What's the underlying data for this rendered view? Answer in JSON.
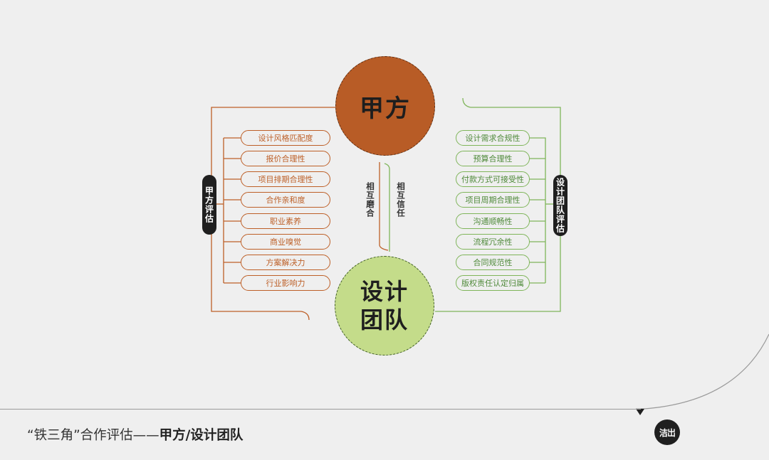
{
  "party_a": {
    "label": "甲方",
    "color": "#b85c26"
  },
  "design_team": {
    "line1": "设计",
    "line2": "团队",
    "color": "#c4dc8a"
  },
  "left_eval": {
    "label": "甲方评估",
    "color": "#bd5f27",
    "items": [
      "设计风格匹配度",
      "报价合理性",
      "项目排期合理性",
      "合作亲和度",
      "职业素养",
      "商业嗅觉",
      "方案解决力",
      "行业影响力"
    ]
  },
  "right_eval": {
    "label": "设计团队评估",
    "color": "#7fb55a",
    "items": [
      "设计需求合规性",
      "预算合理性",
      "付款方式可接受性",
      "项目周期合理性",
      "沟通顺畅性",
      "流程冗余性",
      "合同规范性",
      "版权责任认定归属"
    ]
  },
  "center": {
    "mutual_adjust": "相互磨合",
    "mutual_trust": "相互信任"
  },
  "footer": {
    "title_prefix": "“铁三角”合作评估——",
    "title_strong": "甲方/设计团队",
    "logo_text": "洁岀"
  }
}
